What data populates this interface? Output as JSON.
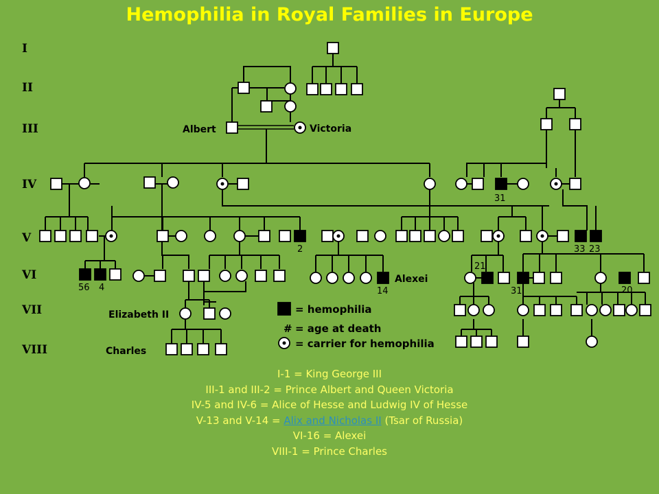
{
  "title": "Hemophilia in Royal Families in Europe",
  "generations": [
    "I",
    "II",
    "III",
    "IV",
    "V",
    "VI",
    "VII",
    "VIII"
  ],
  "names": {
    "albert": "Albert",
    "victoria": "Victoria",
    "alexei": "Alexei",
    "elizabeth": "Elizabeth II",
    "charles": "Charles"
  },
  "ages": {
    "iv_31": "31",
    "v_2": "2",
    "v_33": "33",
    "v_23": "23",
    "vi_56": "56",
    "vi_4": "4",
    "vi_14": "14",
    "vi_21": "21",
    "vi_31": "31",
    "vi_20": "20"
  },
  "legend": {
    "hemophilia": "= hemophilia",
    "age_symbol": "#",
    "age": "= age at death",
    "carrier": "= carrier for hemophilia"
  },
  "notes": {
    "line1": "I-1 = King George III",
    "line2": "III-1 and III-2 = Prince Albert and Queen Victoria",
    "line3": "IV-5 and IV-6 = Alice of Hesse and Ludwig IV of Hesse",
    "line4_prefix": "V-13 and V-14 = ",
    "line4_link": "Alix and Nicholas II",
    "line4_suffix": " (Tsar of Russia)",
    "line5": "VI-16 = Alexei",
    "line6": "VIII-1 = Prince Charles"
  },
  "colors": {
    "background": "#7ab043",
    "title": "#ffff00",
    "notes": "#ffff66",
    "link": "#2b8fbf"
  }
}
